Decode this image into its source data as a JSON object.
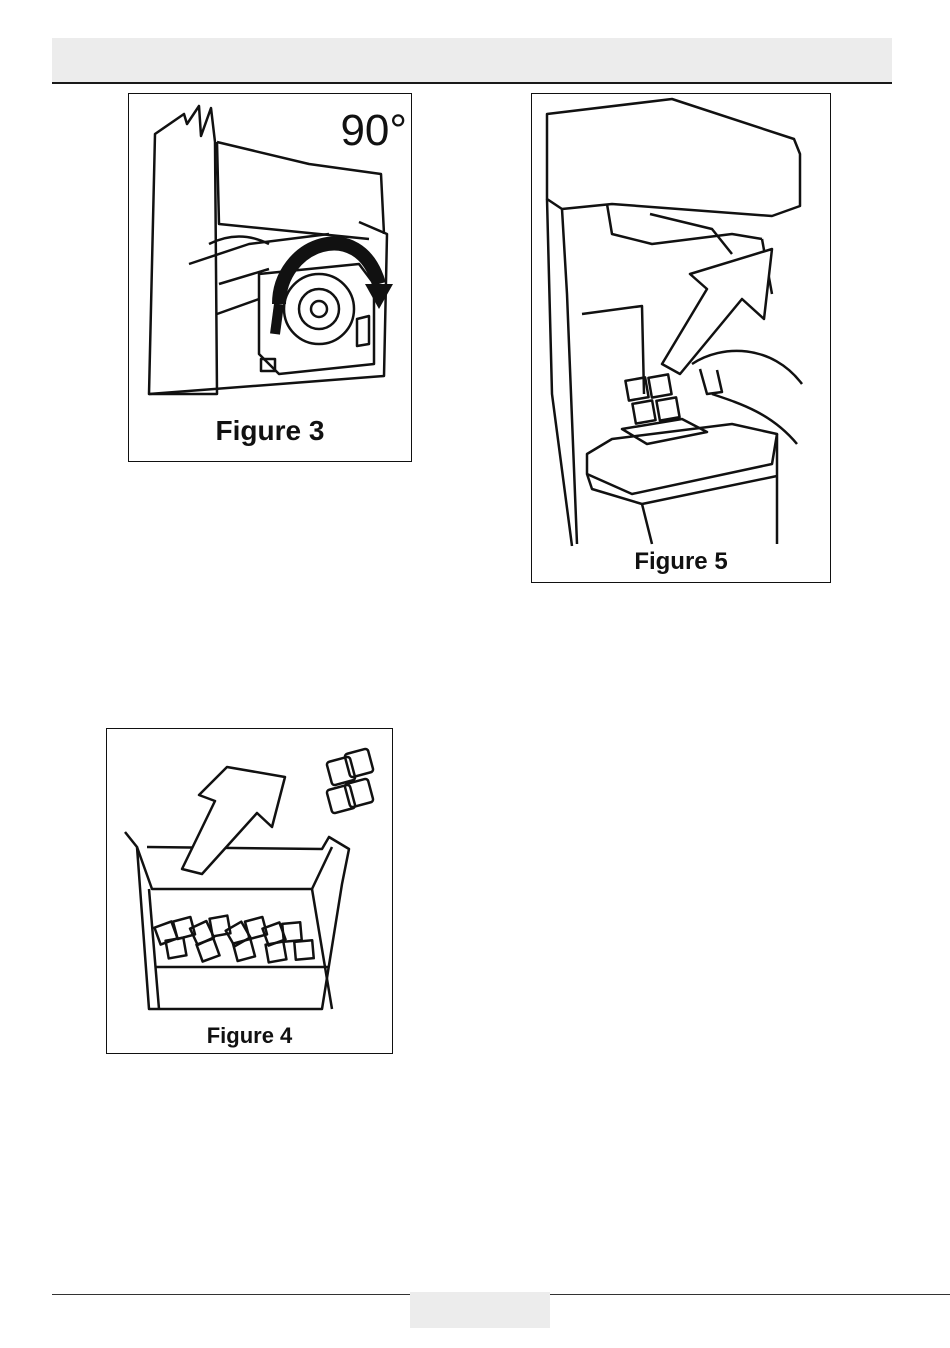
{
  "figures": {
    "fig3": {
      "caption": "Figure 3",
      "angle_label": "90°"
    },
    "fig4": {
      "caption": "Figure 4"
    },
    "fig5": {
      "caption": "Figure 5"
    }
  }
}
